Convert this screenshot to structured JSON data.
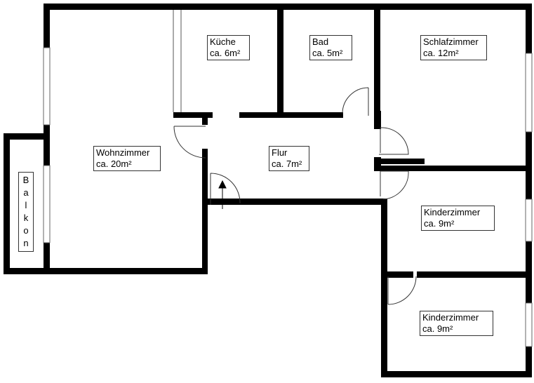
{
  "colors": {
    "wall": "#000000",
    "window": "#ffffff",
    "door_arc": "#333333",
    "background": "#ffffff"
  },
  "rooms": {
    "kueche": {
      "name": "Küche",
      "area": "ca. 6m²"
    },
    "bad": {
      "name": "Bad",
      "area": "ca. 5m²"
    },
    "schlafzimmer": {
      "name": "Schlafzimmer",
      "area": "ca. 12m²"
    },
    "wohnzimmer": {
      "name": "Wohnzimmer",
      "area": "ca. 20m²"
    },
    "flur": {
      "name": "Flur",
      "area": "ca. 7m²"
    },
    "kinderzimmer1": {
      "name": "Kinderzimmer",
      "area": "ca. 9m²"
    },
    "kinderzimmer2": {
      "name": "Kinderzimmer",
      "area": "ca. 9m²"
    }
  },
  "balkon": {
    "letters": [
      "B",
      "a",
      "l",
      "k",
      "o",
      "n"
    ]
  },
  "entrance": {
    "icon": "entrance-arrow-icon"
  }
}
